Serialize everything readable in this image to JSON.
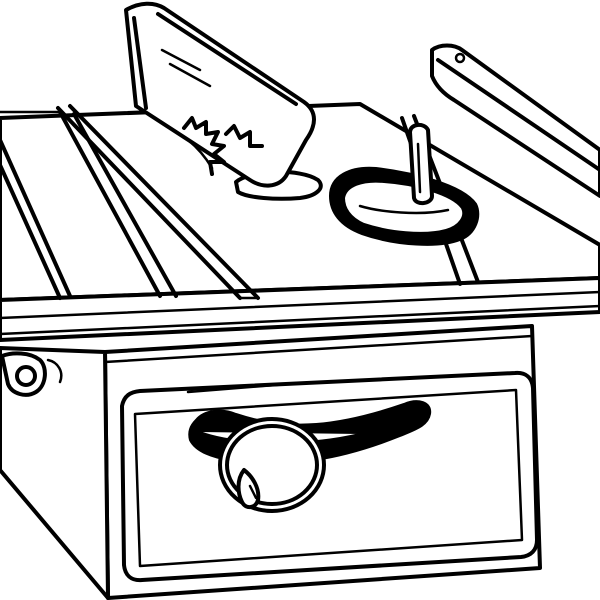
{
  "illustration": {
    "subject": "table-saw",
    "style": "black-and-white line art",
    "colors": {
      "ink": "#000000",
      "paper": "#ffffff"
    },
    "parts": [
      "blade-guard",
      "saw-blade",
      "rip-fence",
      "miter-gauge",
      "table-top",
      "miter-slot",
      "base-cabinet",
      "height-adjust-wheel",
      "bevel-adjust-slot",
      "side-bracket"
    ]
  }
}
